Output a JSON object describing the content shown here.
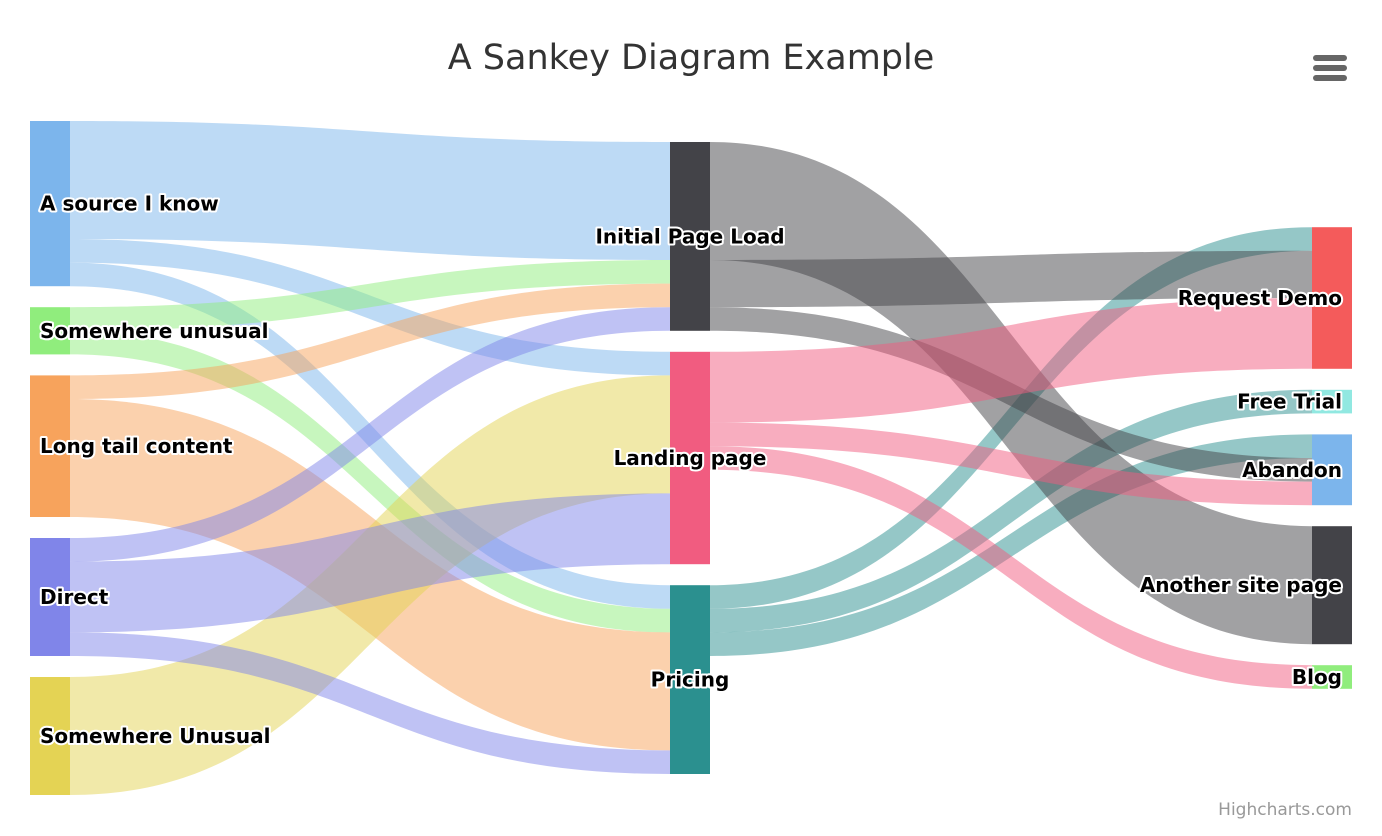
{
  "title": "A Sankey Diagram Example",
  "credits": "Highcharts.com",
  "menu_icon": "hamburger-menu-icon",
  "chart_data": {
    "type": "sankey",
    "title": "A Sankey Diagram Example",
    "nodes": [
      {
        "id": "A source I know",
        "column": 0,
        "color": "#7cb5ec"
      },
      {
        "id": "Somewhere unusual",
        "column": 0,
        "color": "#90ed7d"
      },
      {
        "id": "Long tail content",
        "column": 0,
        "color": "#f7a35c"
      },
      {
        "id": "Direct",
        "column": 0,
        "color": "#8085e9"
      },
      {
        "id": "Somewhere Unusual",
        "column": 0,
        "color": "#e4d354"
      },
      {
        "id": "Initial Page Load",
        "column": 1,
        "color": "#434348"
      },
      {
        "id": "Landing page",
        "column": 1,
        "color": "#f15c80"
      },
      {
        "id": "Pricing",
        "column": 1,
        "color": "#2b908f"
      },
      {
        "id": "Request Demo",
        "column": 2,
        "color": "#f45b5b"
      },
      {
        "id": "Free Trial",
        "column": 2,
        "color": "#91e8e1"
      },
      {
        "id": "Abandon",
        "column": 2,
        "color": "#7cb5ec"
      },
      {
        "id": "Another site page",
        "column": 2,
        "color": "#434348"
      },
      {
        "id": "Blog",
        "column": 2,
        "color": "#90ed7d"
      }
    ],
    "links": [
      [
        "A source I know",
        "Initial Page Load",
        5
      ],
      [
        "A source I know",
        "Landing page",
        1
      ],
      [
        "A source I know",
        "Pricing",
        1
      ],
      [
        "Somewhere unusual",
        "Initial Page Load",
        1
      ],
      [
        "Somewhere unusual",
        "Pricing",
        1
      ],
      [
        "Long tail content",
        "Initial Page Load",
        1
      ],
      [
        "Long tail content",
        "Pricing",
        5
      ],
      [
        "Somewhere Unusual",
        "Landing page",
        5
      ],
      [
        "Direct",
        "Initial Page Load",
        1
      ],
      [
        "Direct",
        "Landing page",
        3
      ],
      [
        "Direct",
        "Pricing",
        1
      ],
      [
        "Pricing",
        "Request Demo",
        1
      ],
      [
        "Pricing",
        "Free Trial",
        1
      ],
      [
        "Pricing",
        "Abandon",
        1
      ],
      [
        "Initial Page Load",
        "Another site page",
        5
      ],
      [
        "Initial Page Load",
        "Request Demo",
        2
      ],
      [
        "Initial Page Load",
        "Abandon",
        1
      ],
      [
        "Landing page",
        "Request Demo",
        3
      ],
      [
        "Landing page",
        "Abandon",
        1
      ],
      [
        "Landing page",
        "Blog",
        1
      ]
    ]
  }
}
